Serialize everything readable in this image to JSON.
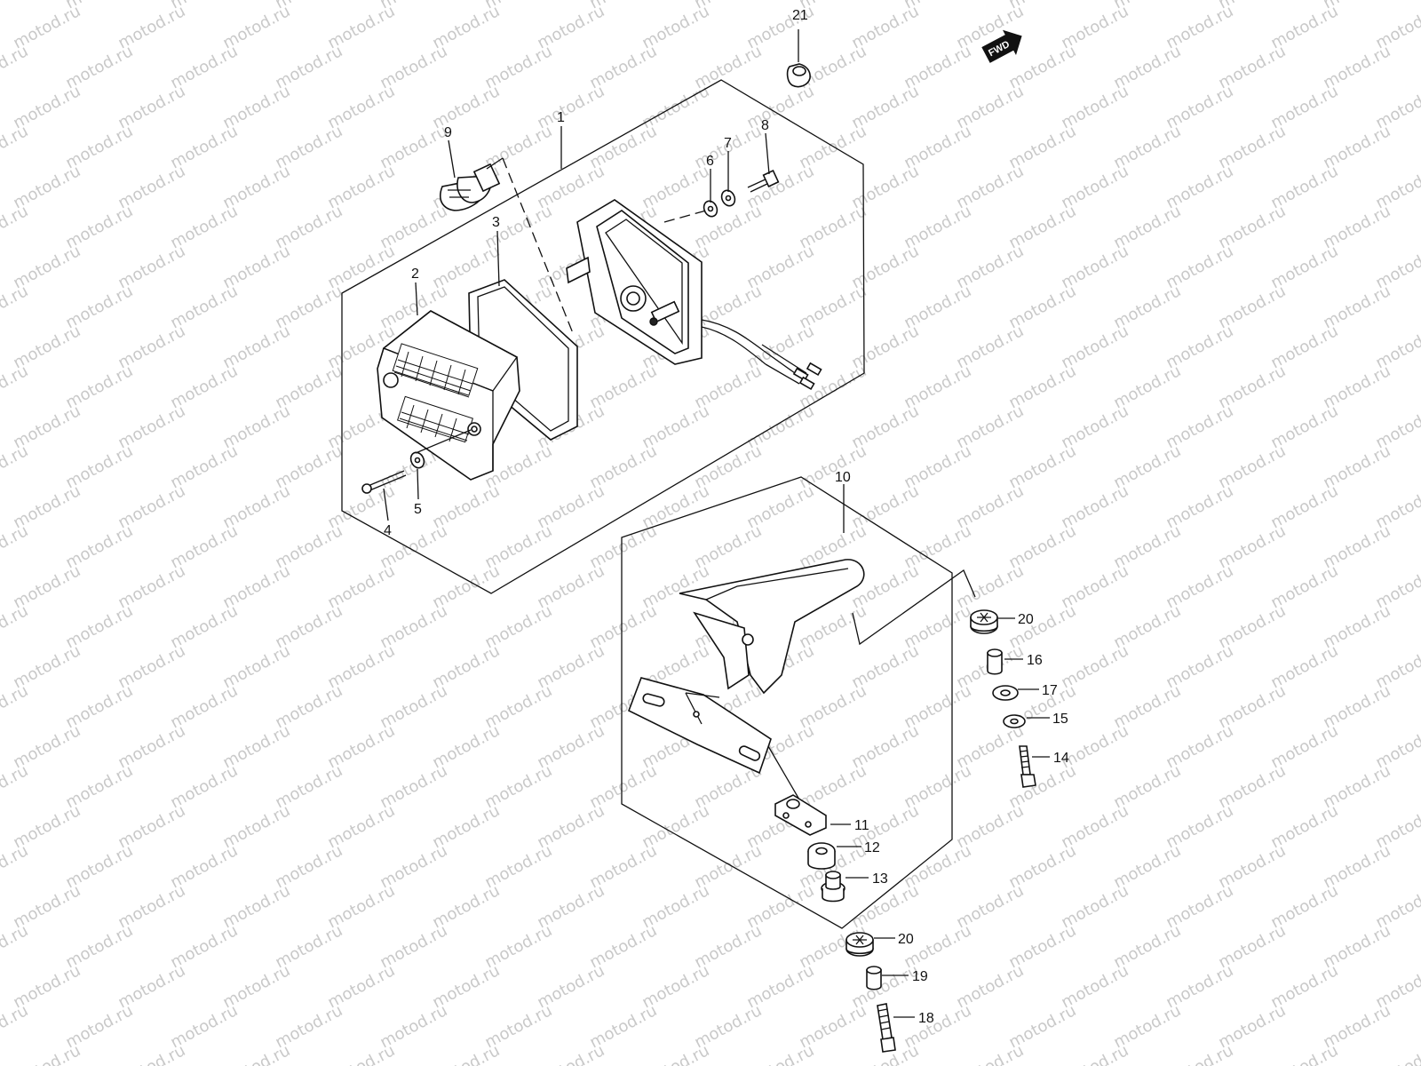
{
  "watermark": {
    "text": "motod.ru"
  },
  "direction_badge": {
    "text": "FWD",
    "color": "#111111"
  },
  "callouts": [
    {
      "id": "c1",
      "label": "1"
    },
    {
      "id": "c2",
      "label": "2"
    },
    {
      "id": "c3",
      "label": "3"
    },
    {
      "id": "c4",
      "label": "4"
    },
    {
      "id": "c5",
      "label": "5"
    },
    {
      "id": "c6",
      "label": "6"
    },
    {
      "id": "c7",
      "label": "7"
    },
    {
      "id": "c8",
      "label": "8"
    },
    {
      "id": "c9",
      "label": "9"
    },
    {
      "id": "c10",
      "label": "10"
    },
    {
      "id": "c11",
      "label": "11"
    },
    {
      "id": "c12",
      "label": "12"
    },
    {
      "id": "c13",
      "label": "13"
    },
    {
      "id": "c14",
      "label": "14"
    },
    {
      "id": "c15",
      "label": "15"
    },
    {
      "id": "c16",
      "label": "16"
    },
    {
      "id": "c17",
      "label": "17"
    },
    {
      "id": "c18",
      "label": "18"
    },
    {
      "id": "c19",
      "label": "19"
    },
    {
      "id": "c20a",
      "label": "20"
    },
    {
      "id": "c20b",
      "label": "20"
    },
    {
      "id": "c21",
      "label": "21"
    }
  ]
}
